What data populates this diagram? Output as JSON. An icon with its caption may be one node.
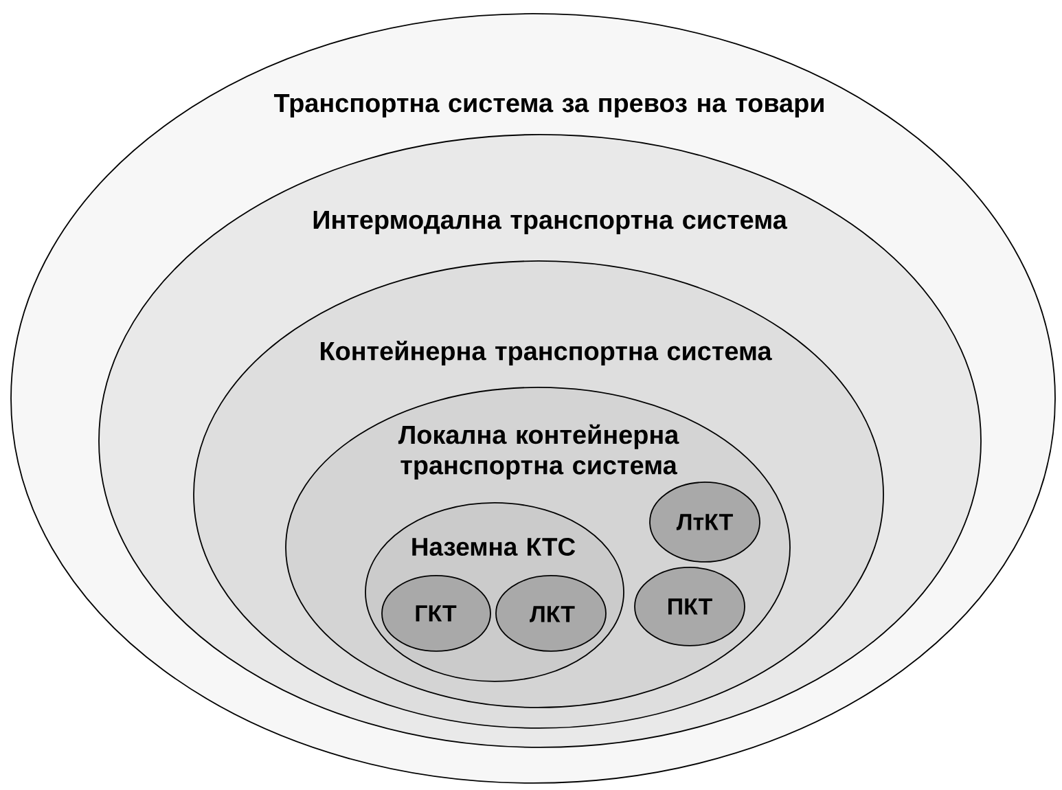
{
  "diagram": {
    "nodes": [
      {
        "text": [
          "Транспортна система за превоз на товари"
        ]
      },
      {
        "text": [
          "Интермодална транспортна система"
        ],
        "in": 0
      },
      {
        "text": [
          "Контейнерна транспортна система"
        ],
        "in": 1
      },
      {
        "text": [
          "Локална контейнерна транспортна система"
        ],
        "in": 2
      },
      {
        "text": [
          "Наземна КТС"
        ],
        "in": 3
      },
      {
        "text": [
          "ГКТ"
        ],
        "in": 4
      },
      {
        "text": [
          "ЛКТ"
        ],
        "in": 4
      },
      {
        "text": [
          "ЛтКТ"
        ],
        "in": 3
      },
      {
        "text": [
          "ПКТ"
        ],
        "in": 3
      }
    ]
  }
}
